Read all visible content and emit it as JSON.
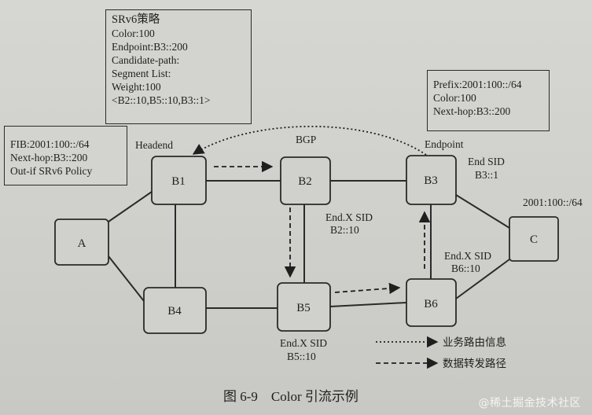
{
  "policy_box": {
    "lines": [
      "SRv6策略",
      "Color:100",
      "Endpoint:B3::200",
      "Candidate-path:",
      "Segment List:",
      "Weight:100",
      "<B2::10,B5::10,B3::1>"
    ]
  },
  "fib_box": {
    "lines": [
      "FIB:2001:100::/64",
      "Next-hop:B3::200",
      "Out-if SRv6 Policy"
    ]
  },
  "prefix_box": {
    "lines": [
      "Prefix:2001:100::/64",
      "Color:100",
      "Next-hop:B3::200"
    ]
  },
  "nodes": {
    "A": "A",
    "B1": "B1",
    "B2": "B2",
    "B3": "B3",
    "B4": "B4",
    "B5": "B5",
    "B6": "B6",
    "C": "C"
  },
  "labels": {
    "headend": "Headend",
    "bgp": "BGP",
    "endpoint": "Endpoint",
    "end_sid_title": "End SID",
    "end_sid_value": "B3::1",
    "c_prefix": "2001:100::/64",
    "b2_sid_title": "End.X SID",
    "b2_sid_value": "B2::10",
    "b6_sid_title": "End.X SID",
    "b6_sid_value": "B6::10",
    "b5_sid_title": "End.X SID",
    "b5_sid_value": "B5::10"
  },
  "legend": {
    "dotted": "业务路由信息",
    "dashed": "数据转发路径"
  },
  "caption": "图 6-9　Color 引流示例",
  "watermark": "@稀土掘金技术社区"
}
